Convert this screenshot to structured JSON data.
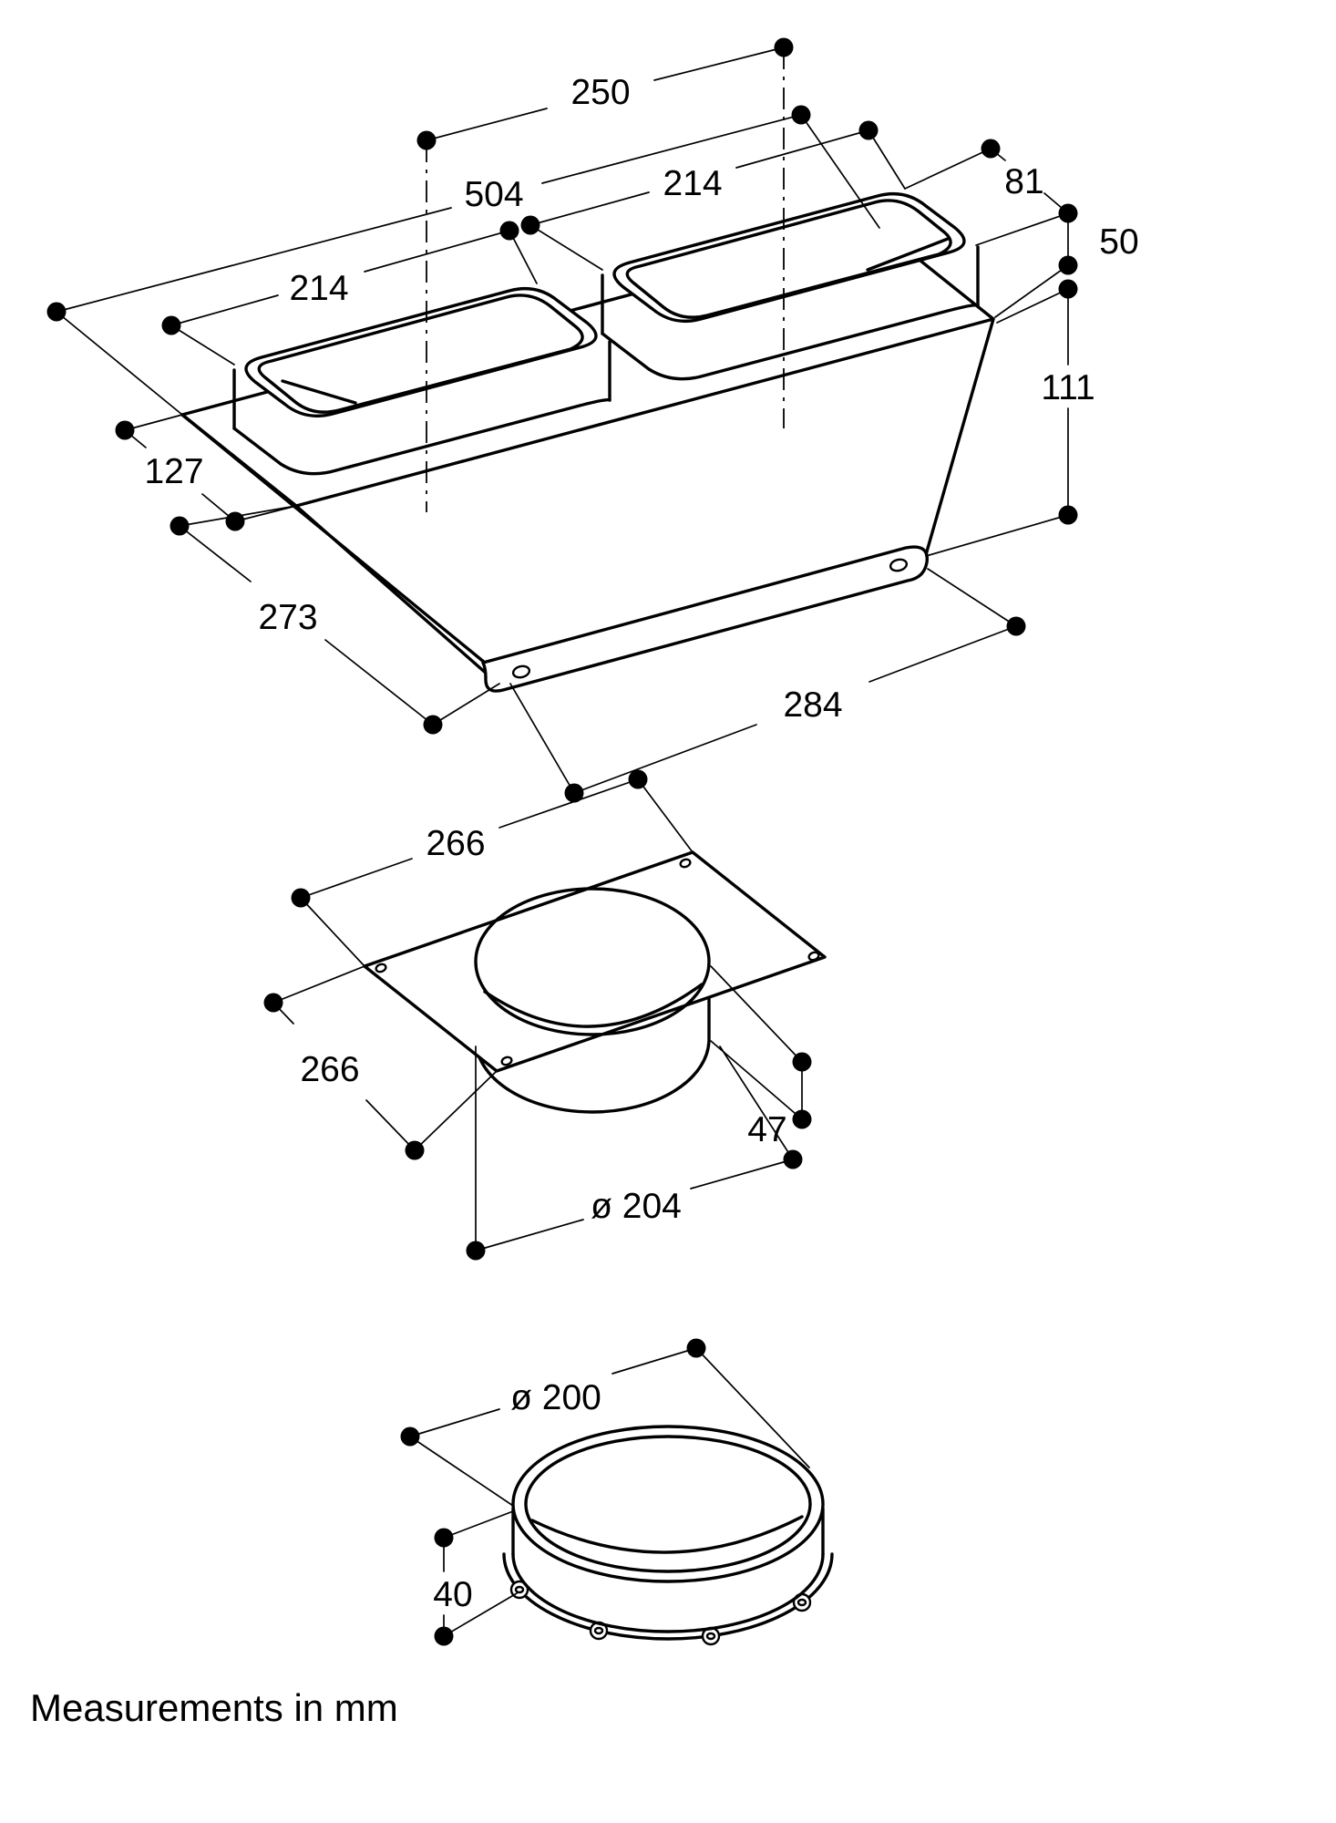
{
  "document": {
    "type": "technical dimension drawing",
    "unit": "mm",
    "footnote": "Measurements in mm",
    "colors": {
      "line": "#000000",
      "background": "#ffffff"
    },
    "views": [
      {
        "name": "flat-duct transition adapter (isometric)",
        "dims": {
          "collar_spacing": "250",
          "plate_length": "504",
          "opening_length_left": "214",
          "opening_length_right": "214",
          "opening_width": "81",
          "collar_height": "50",
          "body_height": "111",
          "plate_depth": "127",
          "overall_depth": "273",
          "base_length": "284"
        }
      },
      {
        "name": "cover plate with round collar",
        "dims": {
          "plate_width": "266",
          "plate_depth": "266",
          "collar_height": "47",
          "collar_diameter": "ø 204"
        }
      },
      {
        "name": "connection ring",
        "dims": {
          "ring_diameter": "ø 200",
          "ring_height": "40"
        }
      }
    ]
  }
}
